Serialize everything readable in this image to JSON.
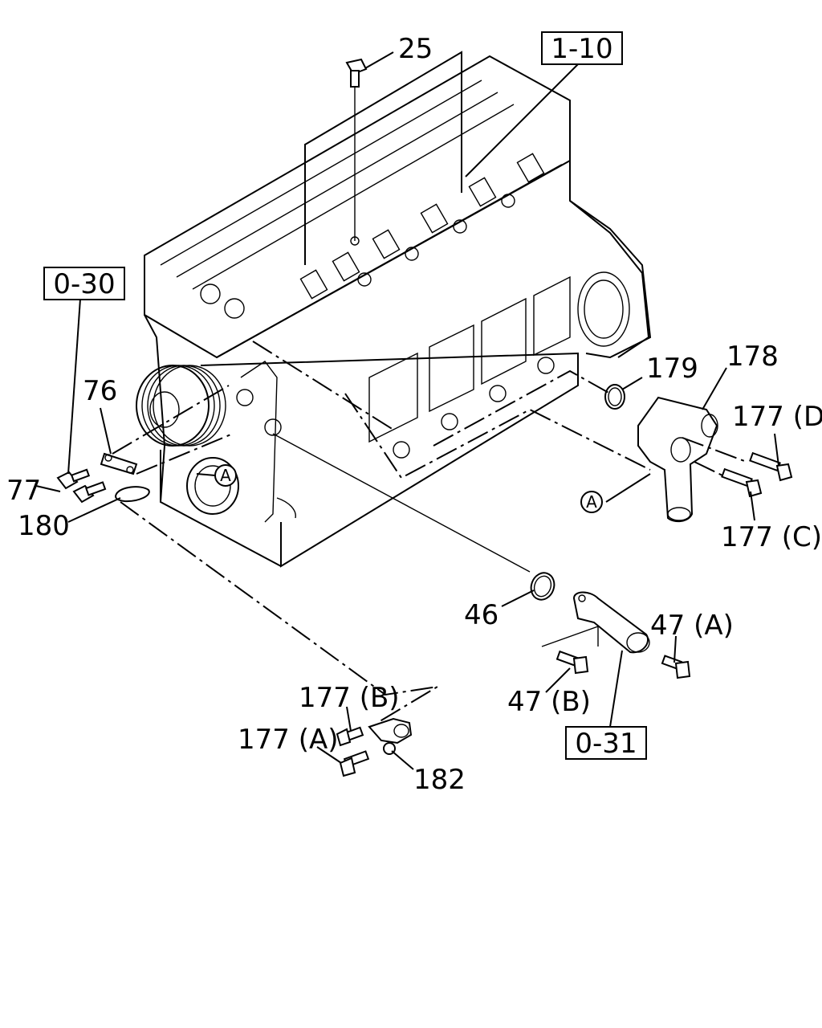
{
  "callouts": {
    "c25": "25",
    "c76": "76",
    "c77": "77",
    "c180": "180",
    "c179": "179",
    "c178": "178",
    "c177d": "177 (D)",
    "c177c": "177 (C)",
    "c46": "46",
    "c47a": "47 (A)",
    "c47b": "47 (B)",
    "c177b": "177 (B)",
    "c177a": "177 (A)",
    "c182": "182"
  },
  "references": {
    "r110": "1-10",
    "r030": "0-30",
    "r031": "0-31"
  },
  "connectors": {
    "a1": "A",
    "a2": "A"
  }
}
